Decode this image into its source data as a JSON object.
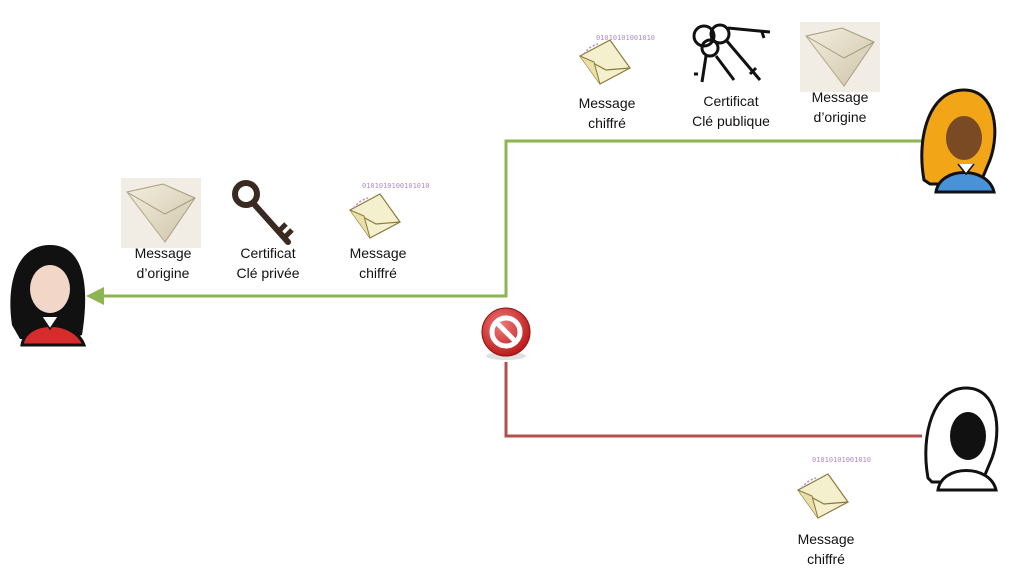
{
  "colors": {
    "accepted_path": "#8db652",
    "rejected_path": "#b3504d",
    "envelope_beige": "#e4dcc5",
    "binary_stream": "#b088c8",
    "recipient_hair": "#111111",
    "recipient_top": "#d72c2c",
    "sender_hair": "#f2a516",
    "sender_top": "#4a92d8",
    "intruder_fill": "#ffffff",
    "blocked_sign": "#d42a2a"
  },
  "icons": {
    "recipient": "user-avatar-icon",
    "sender": "user-avatar-icon",
    "intruder": "user-avatar-outline-icon",
    "blocked": "no-entry-icon",
    "original_message": "open-envelope-icon",
    "encrypted_message": "encrypted-envelope-icon",
    "private_key": "single-key-icon",
    "public_keys": "key-ring-icon"
  },
  "sender_group": {
    "encrypted": {
      "line1": "Message",
      "line2": "chiffré"
    },
    "certificate": {
      "line1": "Certificat",
      "line2": "Clé publique"
    },
    "original": {
      "line1": "Message",
      "line2": "d’origine"
    }
  },
  "recipient_group": {
    "original": {
      "line1": "Message",
      "line2": "d’origine"
    },
    "certificate": {
      "line1": "Certificat",
      "line2": "Clé privée"
    },
    "encrypted": {
      "line1": "Message",
      "line2": "chiffré"
    }
  },
  "intruder_group": {
    "encrypted": {
      "line1": "Message",
      "line2": "chiffré"
    }
  }
}
